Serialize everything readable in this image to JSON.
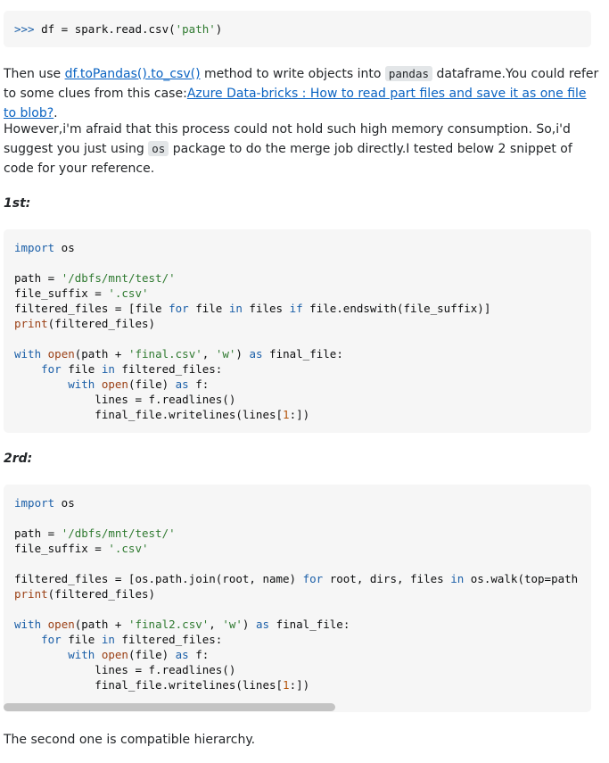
{
  "top_code": {
    "prompt": ">>>",
    "line": " df = spark.read.csv(",
    "str": "'path'",
    "close": ")"
  },
  "para1": {
    "t1": "Then use ",
    "link1": "df.toPandas().to_csv()",
    "t2": " method to write objects into ",
    "code1": "pandas",
    "t3": " dataframe.You could refer to some clues from this case:",
    "link2": "Azure Data-bricks : How to read part files and save it as one file to blob?",
    "t4": "."
  },
  "para2": {
    "t1": "However,i'm afraid that this process could not hold such high memory consumption. So,i'd suggest you just using ",
    "code1": "os",
    "t2": " package to do the merge job directly.I tested below 2 snippet of code for your reference."
  },
  "heading1": "1st:",
  "heading2": "2rd:",
  "closing": "The second one is compatible hierarchy.",
  "code1": {
    "l1_kw": "import",
    "l1_rest": " os",
    "l2_a": "path = ",
    "l2_s": "'/dbfs/mnt/test/'",
    "l3_a": "file_suffix = ",
    "l3_s": "'.csv'",
    "l4_a": "filtered_files = [file ",
    "l4_k1": "for",
    "l4_b": " file ",
    "l4_k2": "in",
    "l4_c": " files ",
    "l4_k3": "if",
    "l4_d": " file.endswith(file_suffix)]",
    "l5_b": "print",
    "l5_rest": "(filtered_files)",
    "l6_k": "with",
    "l6_sp": " ",
    "l6_b": "open",
    "l6_a": "(path + ",
    "l6_s1": "'final.csv'",
    "l6_c": ", ",
    "l6_s2": "'w'",
    "l6_d": ") ",
    "l6_k2": "as",
    "l6_e": " final_file:",
    "l7_ind": "    ",
    "l7_k": "for",
    "l7_a": " file ",
    "l7_k2": "in",
    "l7_b": " filtered_files:",
    "l8_ind": "        ",
    "l8_k": "with",
    "l8_sp": " ",
    "l8_b": "open",
    "l8_a": "(file) ",
    "l8_k2": "as",
    "l8_c": " f:",
    "l9": "            lines = f.readlines()",
    "l10_a": "            final_file.writelines(lines[",
    "l10_n": "1",
    "l10_b": ":])"
  },
  "code2": {
    "l1_kw": "import",
    "l1_rest": " os",
    "l2_a": "path = ",
    "l2_s": "'/dbfs/mnt/test/'",
    "l3_a": "file_suffix = ",
    "l3_s": "'.csv'",
    "l4_a": "filtered_files = [os.path.join(root, name) ",
    "l4_k1": "for",
    "l4_b": " root, dirs, files ",
    "l4_k2": "in",
    "l4_c": " os.walk(top=path",
    "l5_b": "print",
    "l5_rest": "(filtered_files)",
    "l6_k": "with",
    "l6_sp": " ",
    "l6_b": "open",
    "l6_a": "(path + ",
    "l6_s1": "'final2.csv'",
    "l6_c": ", ",
    "l6_s2": "'w'",
    "l6_d": ") ",
    "l6_k2": "as",
    "l6_e": " final_file:",
    "l7_ind": "    ",
    "l7_k": "for",
    "l7_a": " file ",
    "l7_k2": "in",
    "l7_b": " filtered_files:",
    "l8_ind": "        ",
    "l8_k": "with",
    "l8_sp": " ",
    "l8_b": "open",
    "l8_a": "(file) ",
    "l8_k2": "as",
    "l8_c": " f:",
    "l9": "            lines = f.readlines()",
    "l10_a": "            final_file.writelines(lines[",
    "l10_n": "1",
    "l10_b": ":])"
  }
}
